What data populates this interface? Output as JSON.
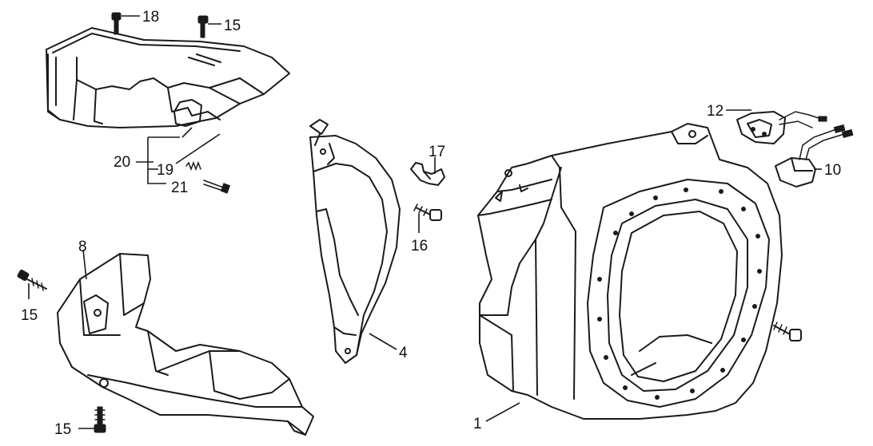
{
  "callouts": {
    "c1": "1",
    "c4": "4",
    "c8": "8",
    "c10": "10",
    "c12": "12",
    "c15a": "15",
    "c15b": "15",
    "c15c": "15",
    "c16": "16",
    "c17": "17",
    "c18": "18",
    "c19": "19",
    "c20": "20",
    "c21": "21"
  }
}
